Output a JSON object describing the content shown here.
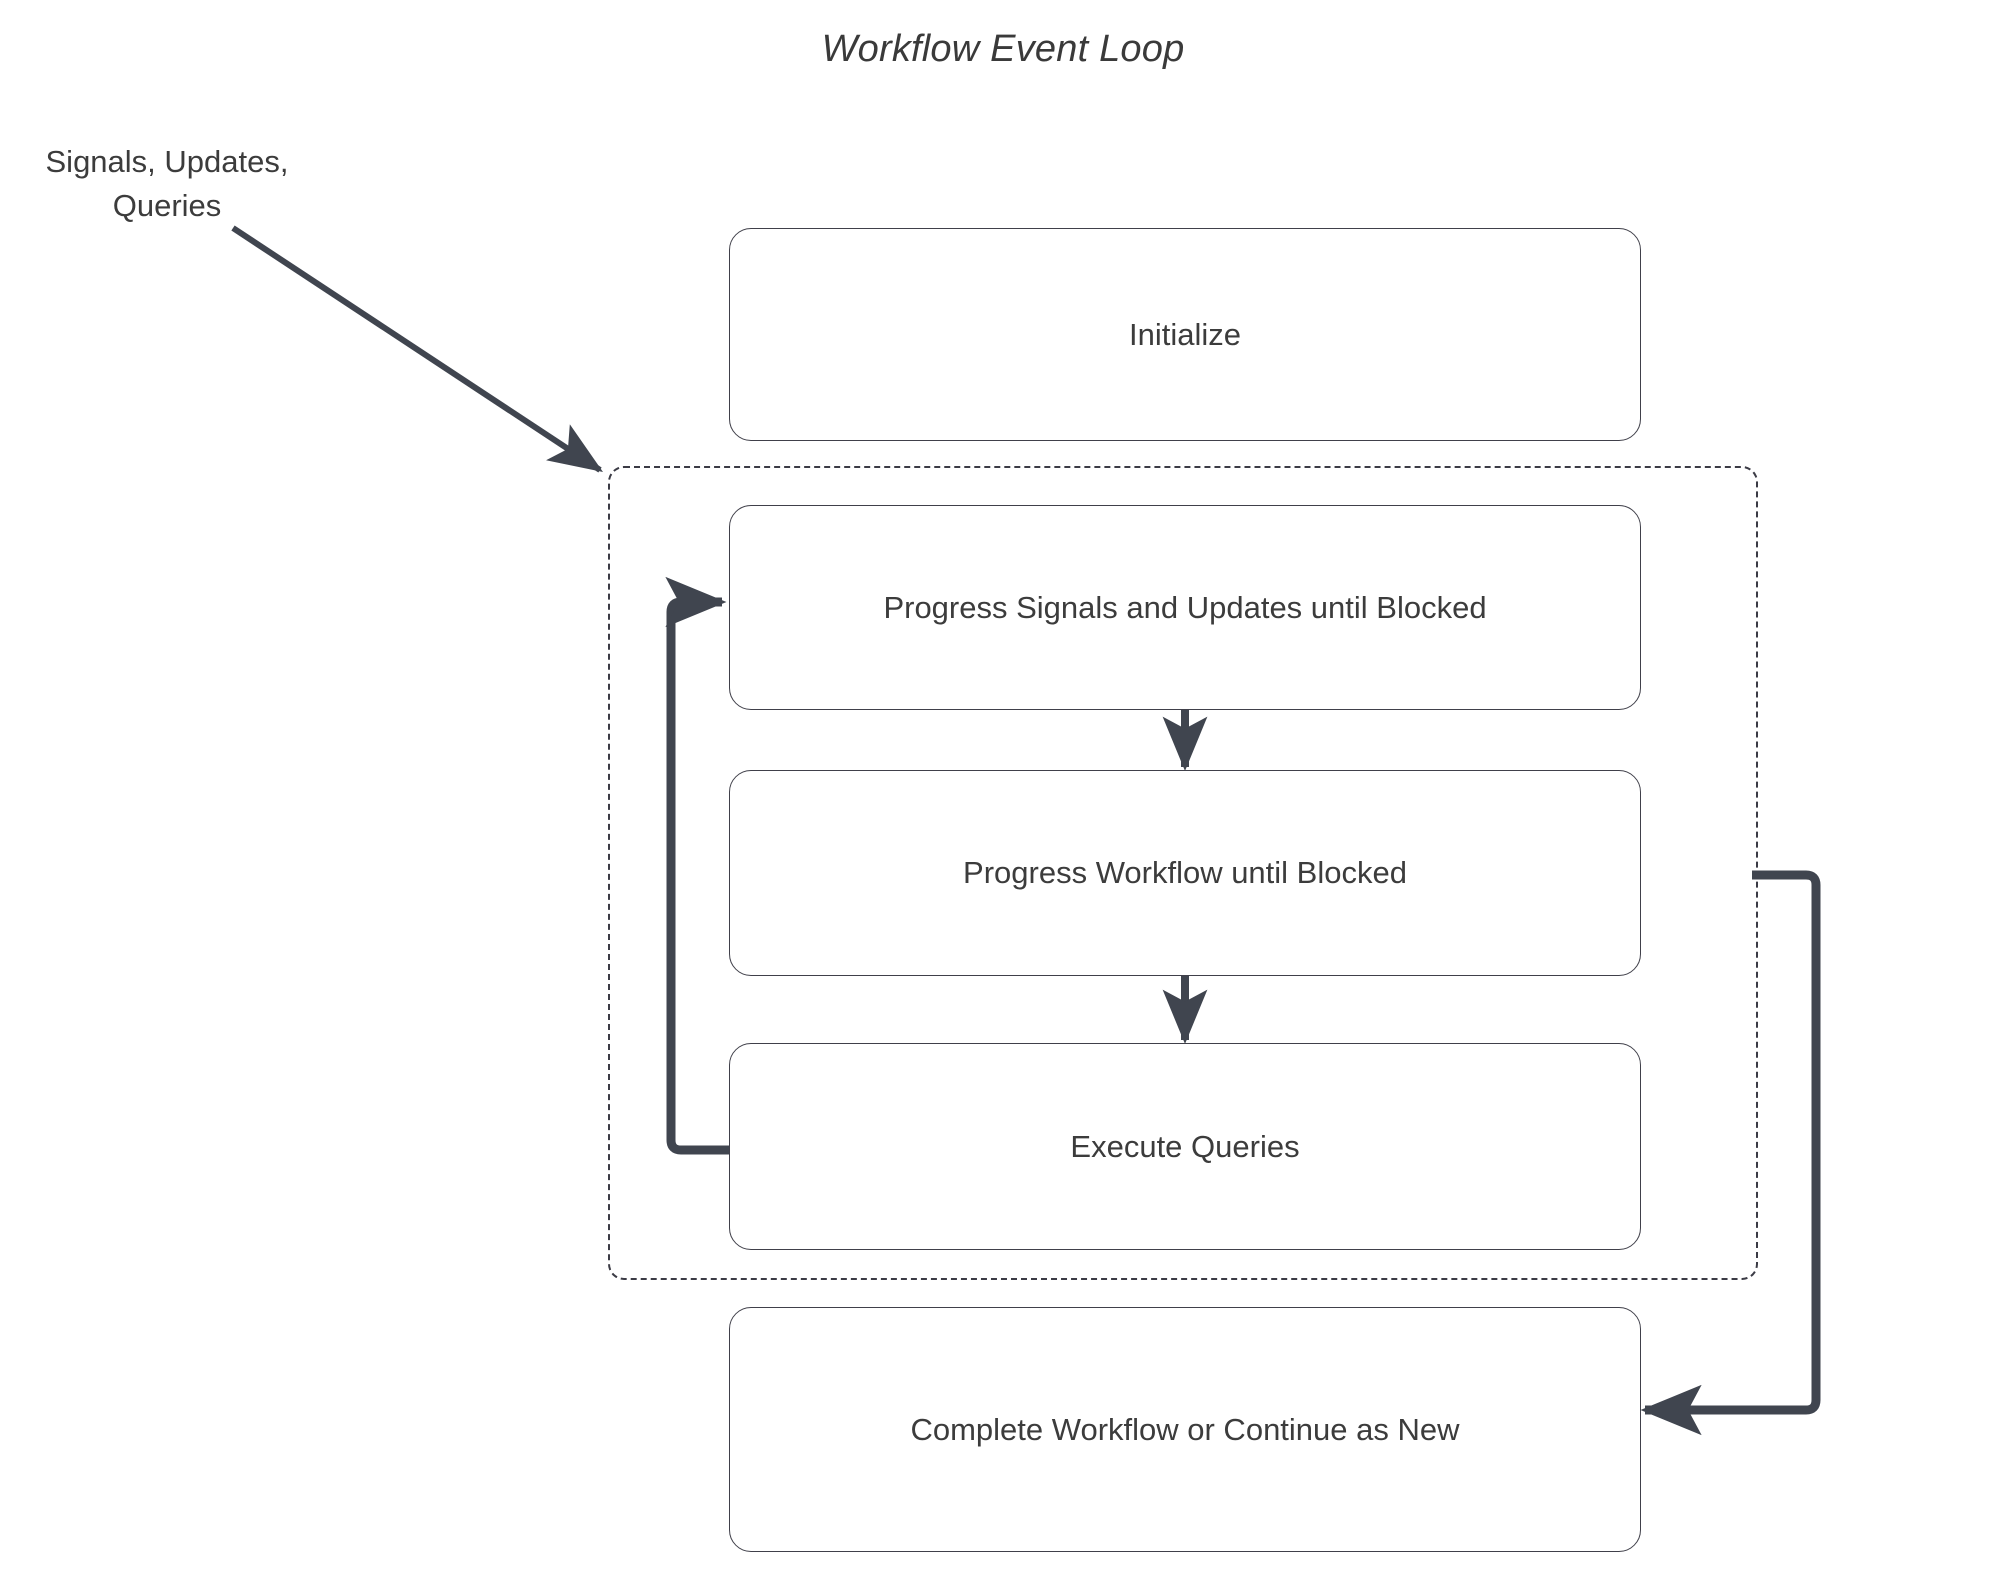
{
  "diagram": {
    "title": "Workflow Event Loop",
    "accent_color": "#40454f",
    "box_border_color": "#40404a",
    "text_color": "#3c3c3c",
    "background_color": "#ffffff",
    "external_label": {
      "line1": "Signals, Updates,",
      "line2": "Queries"
    },
    "nodes": [
      {
        "id": "initialize",
        "label": "Initialize"
      },
      {
        "id": "progress-signals-updates",
        "label": "Progress Signals and Updates until Blocked"
      },
      {
        "id": "progress-workflow",
        "label": "Progress Workflow until Blocked"
      },
      {
        "id": "execute-queries",
        "label": "Execute Queries"
      },
      {
        "id": "complete-workflow",
        "label": "Complete Workflow or Continue as New"
      }
    ],
    "loop_container": {
      "style": "dashed",
      "label": ""
    },
    "edges": [
      {
        "from": "external-input",
        "to": "loop-container",
        "style": "solid-arrow"
      },
      {
        "from": "progress-signals-updates",
        "to": "progress-workflow",
        "style": "solid-arrow"
      },
      {
        "from": "progress-workflow",
        "to": "execute-queries",
        "style": "solid-arrow"
      },
      {
        "from": "execute-queries",
        "to": "progress-signals-updates",
        "style": "loop-back-arrow"
      },
      {
        "from": "loop-container",
        "to": "complete-workflow",
        "style": "exit-arrow"
      }
    ]
  }
}
